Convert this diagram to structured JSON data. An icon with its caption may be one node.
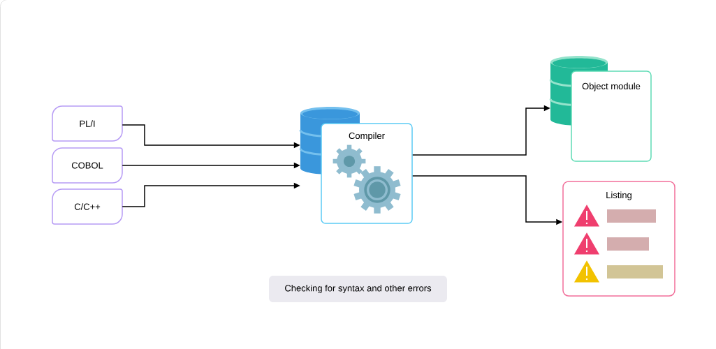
{
  "diagram": {
    "nodes": [
      {
        "text": [
          "PL/I"
        ]
      },
      {
        "text": [
          "COBOL"
        ]
      },
      {
        "text": [
          "C/C++"
        ]
      },
      {
        "text": [],
        "shape": "cylinder"
      },
      {
        "text": [
          "Compiler"
        ]
      },
      {
        "text": [],
        "shape": "cylinder"
      },
      {
        "text": [
          "Object module"
        ]
      },
      {
        "text": [
          "Listing"
        ]
      },
      {
        "text": [
          "Checking for syntax and other errors"
        ]
      }
    ],
    "edges": [
      {
        "from": 0,
        "to": 3,
        "arrow": "to"
      },
      {
        "from": 1,
        "to": 3,
        "arrow": "to"
      },
      {
        "from": 2,
        "to": 3,
        "arrow": "to"
      },
      {
        "from": 4,
        "to": 5,
        "arrow": "to"
      },
      {
        "from": 4,
        "to": 7,
        "arrow": "to"
      }
    ]
  }
}
